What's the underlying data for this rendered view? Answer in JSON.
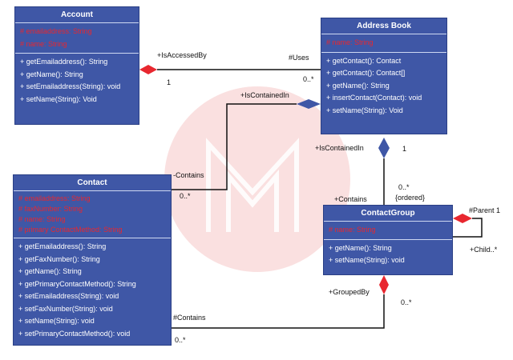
{
  "account": {
    "name": "Account",
    "attributes": [
      "# emailaddress: String",
      "# name: String"
    ],
    "operations": [
      "+ getEmailaddress(): String",
      "+ getName(): String",
      "+ setEmailaddress(String): void",
      "+ setName(String): Void"
    ]
  },
  "address_book": {
    "name": "Address Book",
    "attributes": [
      "# name: String"
    ],
    "operations": [
      "+ getContact(): Contact",
      "+ getContact(): Contact[]",
      "+ getName(): String",
      "+ insertContact(Contact): void",
      "+ setName(String): Void"
    ]
  },
  "contact": {
    "name": "Contact",
    "attributes": [
      "# emailaddress: String",
      "# faxNumber: String",
      "# name: String",
      "# primary ContactMethod: String"
    ],
    "operations": [
      "+  getEmailaddress(): String",
      "+  getFaxNumber(): String",
      "+  getName(): String",
      "+  getPrimaryContactMethod(): String",
      "+  setEmailaddress(String): void",
      "+  setFaxNumber(String): void",
      "+  setName(String): void",
      "+  setPrimaryContactMethod(): void"
    ]
  },
  "contact_group": {
    "name": "ContactGroup",
    "attributes": [
      "# name: String"
    ],
    "operations": [
      "+ getName(): String",
      "+ setName(String): void"
    ]
  },
  "labels": {
    "is_accessed_by": "+IsAccessedBy",
    "one_a": "1",
    "uses": "#Uses",
    "zero_many_a": "0..*",
    "is_contained_in_top": "+IsContainedIn",
    "contains_neg": "-Contains",
    "zero_many_b": "0..*",
    "is_contained_in_mid": "+IsContainedIn",
    "one_b": "1",
    "zero_many_c": "0..*",
    "ordered": "{ordered}",
    "contains_plus": "+Contains",
    "parent": "#Parent 1",
    "child": "+Child..*",
    "grouped_by": "+GroupedBy",
    "zero_many_d": "0..*",
    "contains_hash": "#Contains",
    "zero_many_e": "0..*"
  },
  "colors": {
    "class_fill": "#3f57a6",
    "attribute_text": "#e8272f",
    "aggregation_diamond": "#3f57a6",
    "composition_diamond": "#e8272f"
  }
}
